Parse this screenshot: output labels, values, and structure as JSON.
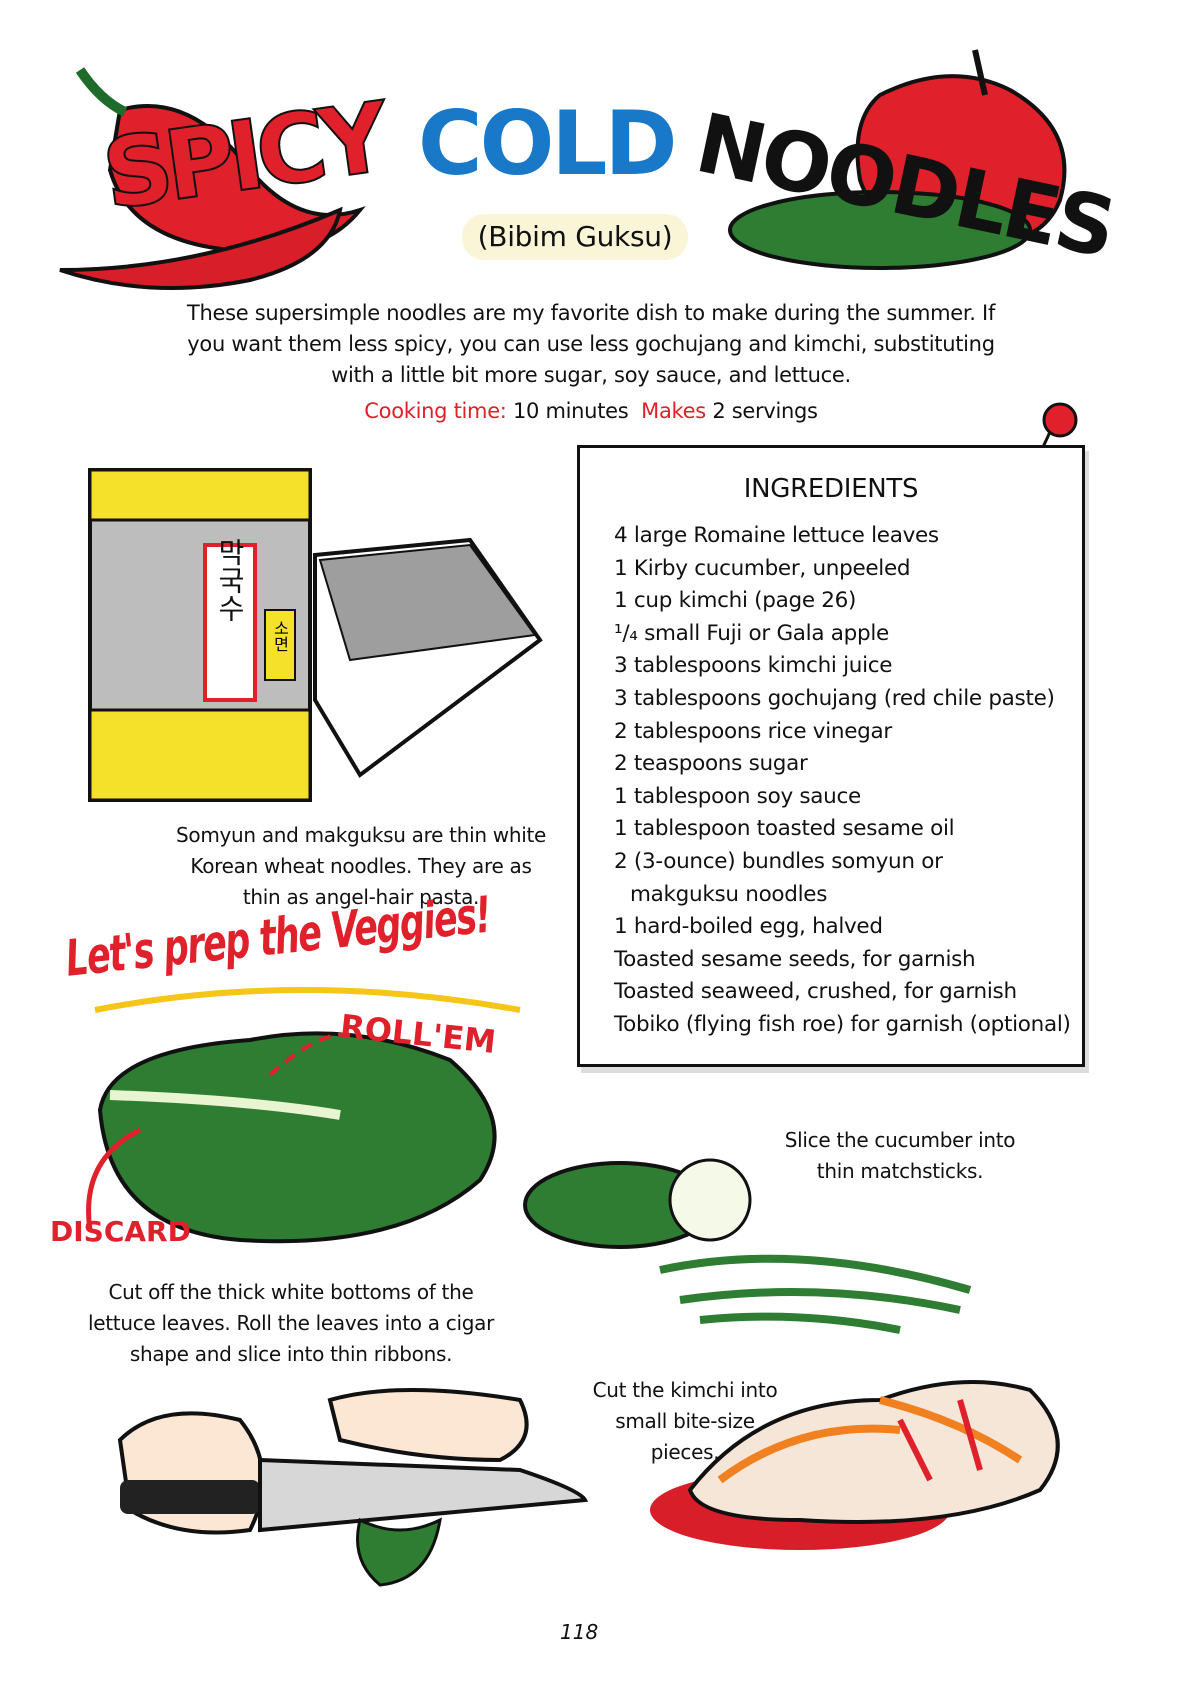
{
  "title": {
    "word1": "SPICY",
    "word2": "COLD",
    "word3": "NOODLES",
    "subtitle": "(Bibim Guksu)"
  },
  "intro": "These supersimple noodles are my favorite dish to make during the summer. If you want them less spicy, you can use less gochujang and kimchi, substituting with a little bit more sugar, soy sauce, and lettuce.",
  "meta": {
    "cooking_label": "Cooking time:",
    "cooking_value": "10 minutes",
    "makes_label": "Makes",
    "makes_value": "2 servings"
  },
  "ingredients": {
    "heading": "INGREDIENTS",
    "items": [
      "4 large Romaine lettuce leaves",
      "1 Kirby cucumber, unpeeled",
      "1 cup kimchi (page 26)",
      "¹/₄ small Fuji or Gala apple",
      "3 tablespoons kimchi juice",
      "3 tablespoons gochujang (red chile paste)",
      "2 tablespoons rice vinegar",
      "2 teaspoons sugar",
      "1 tablespoon soy sauce",
      "1 tablespoon toasted sesame oil",
      "2 (3-ounce) bundles somyun or",
      "makguksu noodles",
      "1 hard-boiled egg, halved",
      "Toasted sesame seeds, for garnish",
      "Toasted seaweed, crushed, for garnish",
      "Tobiko (flying fish roe) for garnish (optional)"
    ]
  },
  "noodle_package_label": "막국수",
  "noodle_package_side": "소면",
  "captions": {
    "noodles": "Somyun and makguksu are thin white Korean wheat noodles. They are as thin as angel-hair pasta.",
    "prep_heading": "Let's prep the Veggies!",
    "roll_label": "ROLL'EM",
    "discard_label": "DISCARD",
    "lettuce": "Cut off the thick white bottoms of the lettuce leaves. Roll the leaves into a cigar shape and slice into thin ribbons.",
    "cucumber": "Slice the cucumber into thin matchsticks.",
    "kimchi": "Cut the kimchi into small bite-size pieces."
  },
  "page_number": "118",
  "colors": {
    "red": "#e0202a",
    "blue": "#1a78c8",
    "green": "#2e7d32",
    "yellow": "#f5e02a"
  }
}
